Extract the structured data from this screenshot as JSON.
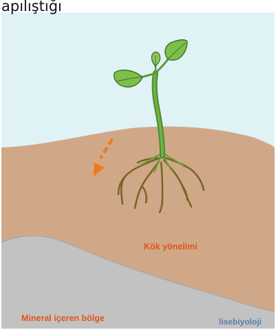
{
  "header": {
    "title_fragment": "apılıştığı"
  },
  "diagram": {
    "labels": {
      "root_orientation": "Kök yönelimi",
      "mineral_zone": "Mineral içeren bölge"
    },
    "watermark": "lisebiyoloji",
    "colors": {
      "sky": "#dff3f7",
      "soil": "#d1a887",
      "mineral_rock": "#c2c2c2",
      "label_text": "#e4531f",
      "arrow": "#ee7a1d",
      "stem": "#5c9a3a",
      "leaf": "#79b745",
      "roots": "#7a6528"
    },
    "icons": {
      "gravity_arrow": "dashed-arrow-down-left",
      "plant": "seedling"
    }
  }
}
